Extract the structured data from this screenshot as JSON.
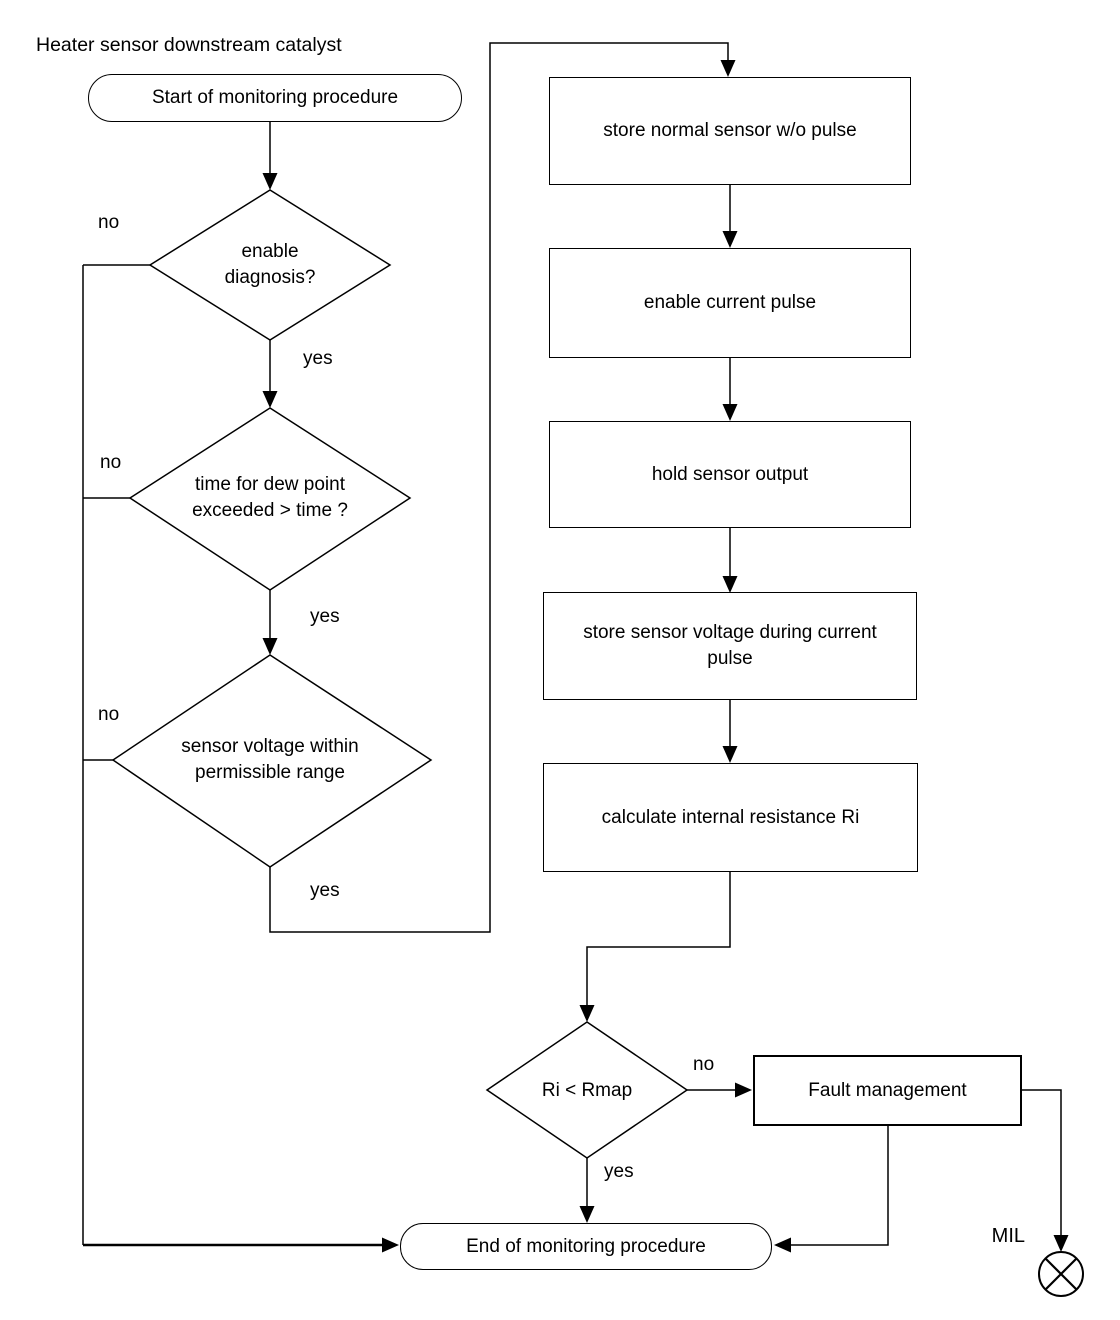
{
  "title": "Heater sensor downstream catalyst",
  "colors": {
    "line": "#000000",
    "background": "#ffffff",
    "text": "#000000"
  },
  "start_node": {
    "label": "Start of monitoring procedure"
  },
  "end_node": {
    "label": "End of monitoring procedure"
  },
  "decisions": [
    {
      "label": "enable diagnosis?",
      "no_label": "no",
      "yes_label": "yes"
    },
    {
      "label": "time for dew point exceeded > time ?",
      "no_label": "no",
      "yes_label": "yes"
    },
    {
      "label": "sensor voltage within permissible range",
      "no_label": "no",
      "yes_label": "yes"
    },
    {
      "label": "Ri < Rmap",
      "no_label": "no",
      "yes_label": "yes"
    }
  ],
  "processes": [
    {
      "label": "store normal sensor w/o pulse"
    },
    {
      "label": "enable current pulse"
    },
    {
      "label": "hold sensor output"
    },
    {
      "label": "store sensor voltage during current pulse"
    },
    {
      "label": "calculate internal resistance Ri"
    }
  ],
  "fault_node": {
    "label": "Fault management"
  },
  "mil": {
    "label": "MIL"
  }
}
